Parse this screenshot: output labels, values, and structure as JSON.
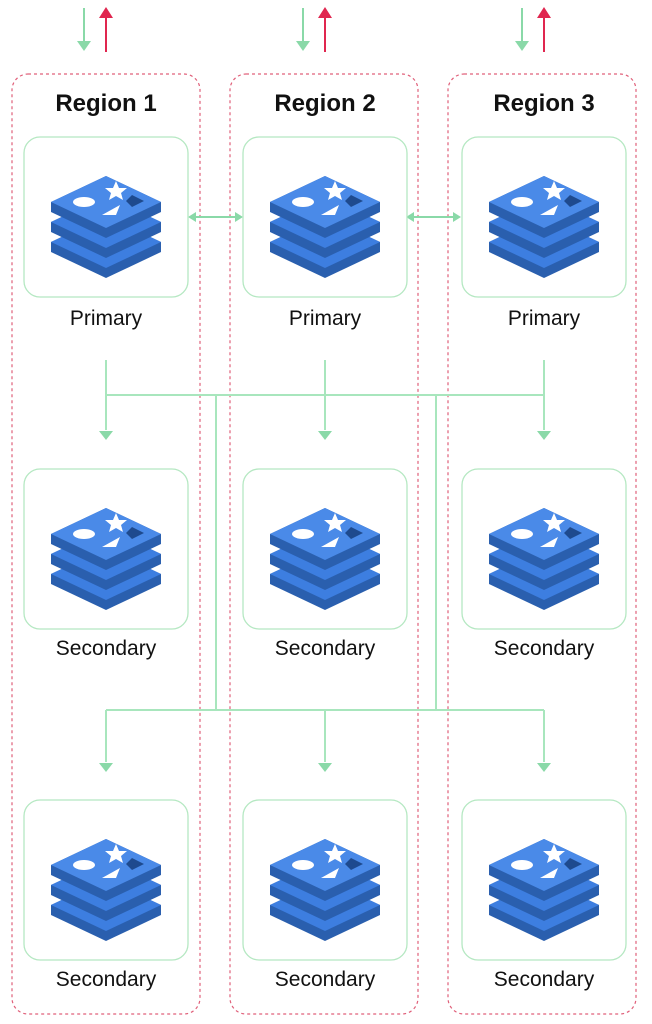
{
  "colors": {
    "region_border": "#e0607a",
    "node_border": "#b5e8c2",
    "connector": "#a8e6bd",
    "arrow_down": "#8ad9a8",
    "arrow_up": "#e0264f",
    "db_blue": "#3d7ee0",
    "db_dark": "#2a5fae",
    "db_light": "#5a98ee"
  },
  "icons": {
    "node": "database-stack-icon"
  },
  "regions": [
    {
      "title": "Region 1",
      "primary": "Primary",
      "secondaries": [
        "Secondary",
        "Secondary"
      ]
    },
    {
      "title": "Region 2",
      "primary": "Primary",
      "secondaries": [
        "Secondary",
        "Secondary"
      ]
    },
    {
      "title": "Region 3",
      "primary": "Primary",
      "secondaries": [
        "Secondary",
        "Secondary"
      ]
    }
  ]
}
